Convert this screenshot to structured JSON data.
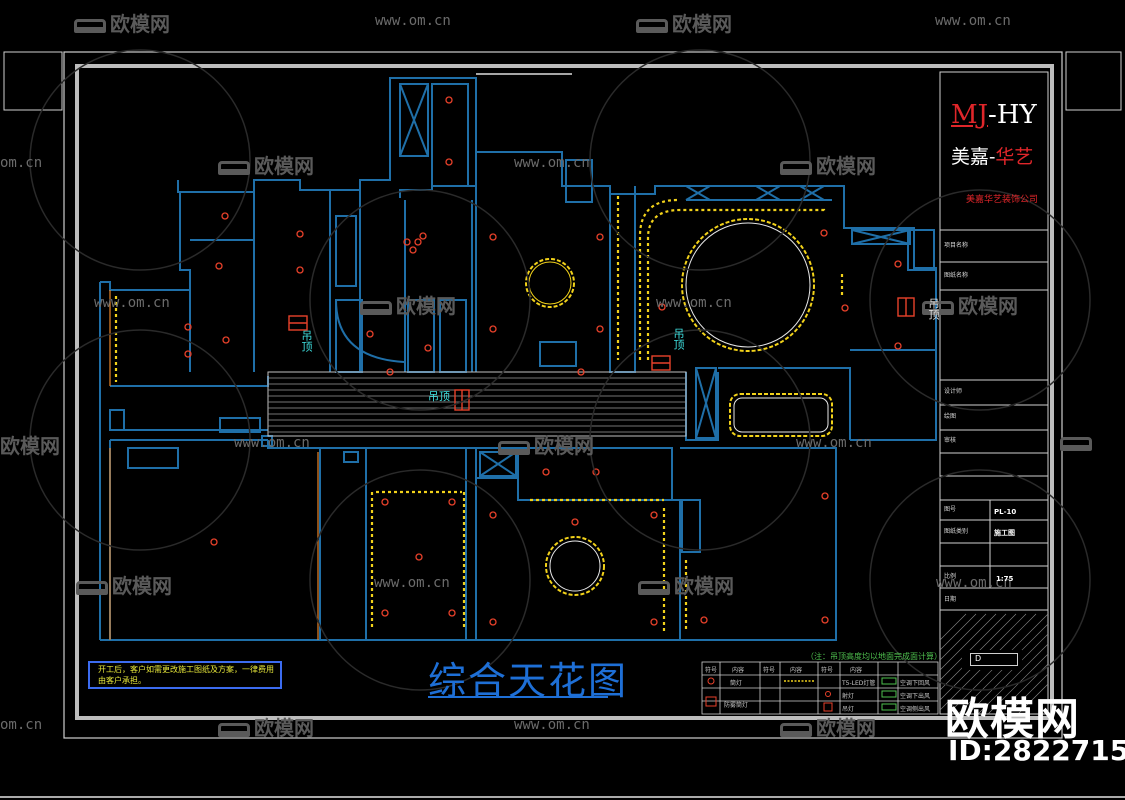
{
  "watermarks": {
    "brand": "欧模网",
    "url": "www.om.cn",
    "url_partial": "om.cn"
  },
  "logo": {
    "mj": "MJ",
    "hy": "-HY",
    "cn_white": "美嘉-",
    "cn_red": "华艺",
    "company": "美嘉华艺装饰公司"
  },
  "drawing": {
    "title": "综合天花图",
    "room_tag": "吊顶",
    "note": "开工后，客户如需更改施工图纸及方案，一律费用由客户承担。",
    "legend_note": "（注：吊顶高度均以地面完成面计算）"
  },
  "legend": {
    "headers": [
      "符号",
      "内容",
      "符号",
      "内容",
      "符号",
      "内容"
    ],
    "rows": [
      [
        "",
        "筒灯",
        "",
        "T5-LED灯管",
        "",
        "空调下回风"
      ],
      [
        "",
        "防雾筒灯",
        "",
        "射灯",
        "",
        "空调下出风"
      ],
      [
        "",
        "",
        "",
        "吊灯",
        "",
        "空调侧出风"
      ]
    ]
  },
  "title_block": {
    "fields": [
      {
        "label": "项目名称",
        "value": ""
      },
      {
        "label": "图纸名称",
        "value": ""
      },
      {
        "label": "设计师",
        "value": ""
      },
      {
        "label": "绘图",
        "value": ""
      },
      {
        "label": "审核",
        "value": ""
      },
      {
        "label": "图号",
        "value": "PL-10"
      },
      {
        "label": "图纸类别",
        "value": "施工图"
      },
      {
        "label": "比例",
        "value": "1:75"
      },
      {
        "label": "日期",
        "value": ""
      }
    ],
    "code": "D"
  },
  "brand_badge": {
    "name": "欧模网",
    "id": "ID:2822715"
  },
  "colors": {
    "background": "#000000",
    "walls": "#1f6fa8",
    "lights": "#e8412a",
    "led_strip": "#f2d21a",
    "title": "#1e6fd6",
    "tag": "#3fe0e0",
    "brand_red": "#e0262a"
  }
}
